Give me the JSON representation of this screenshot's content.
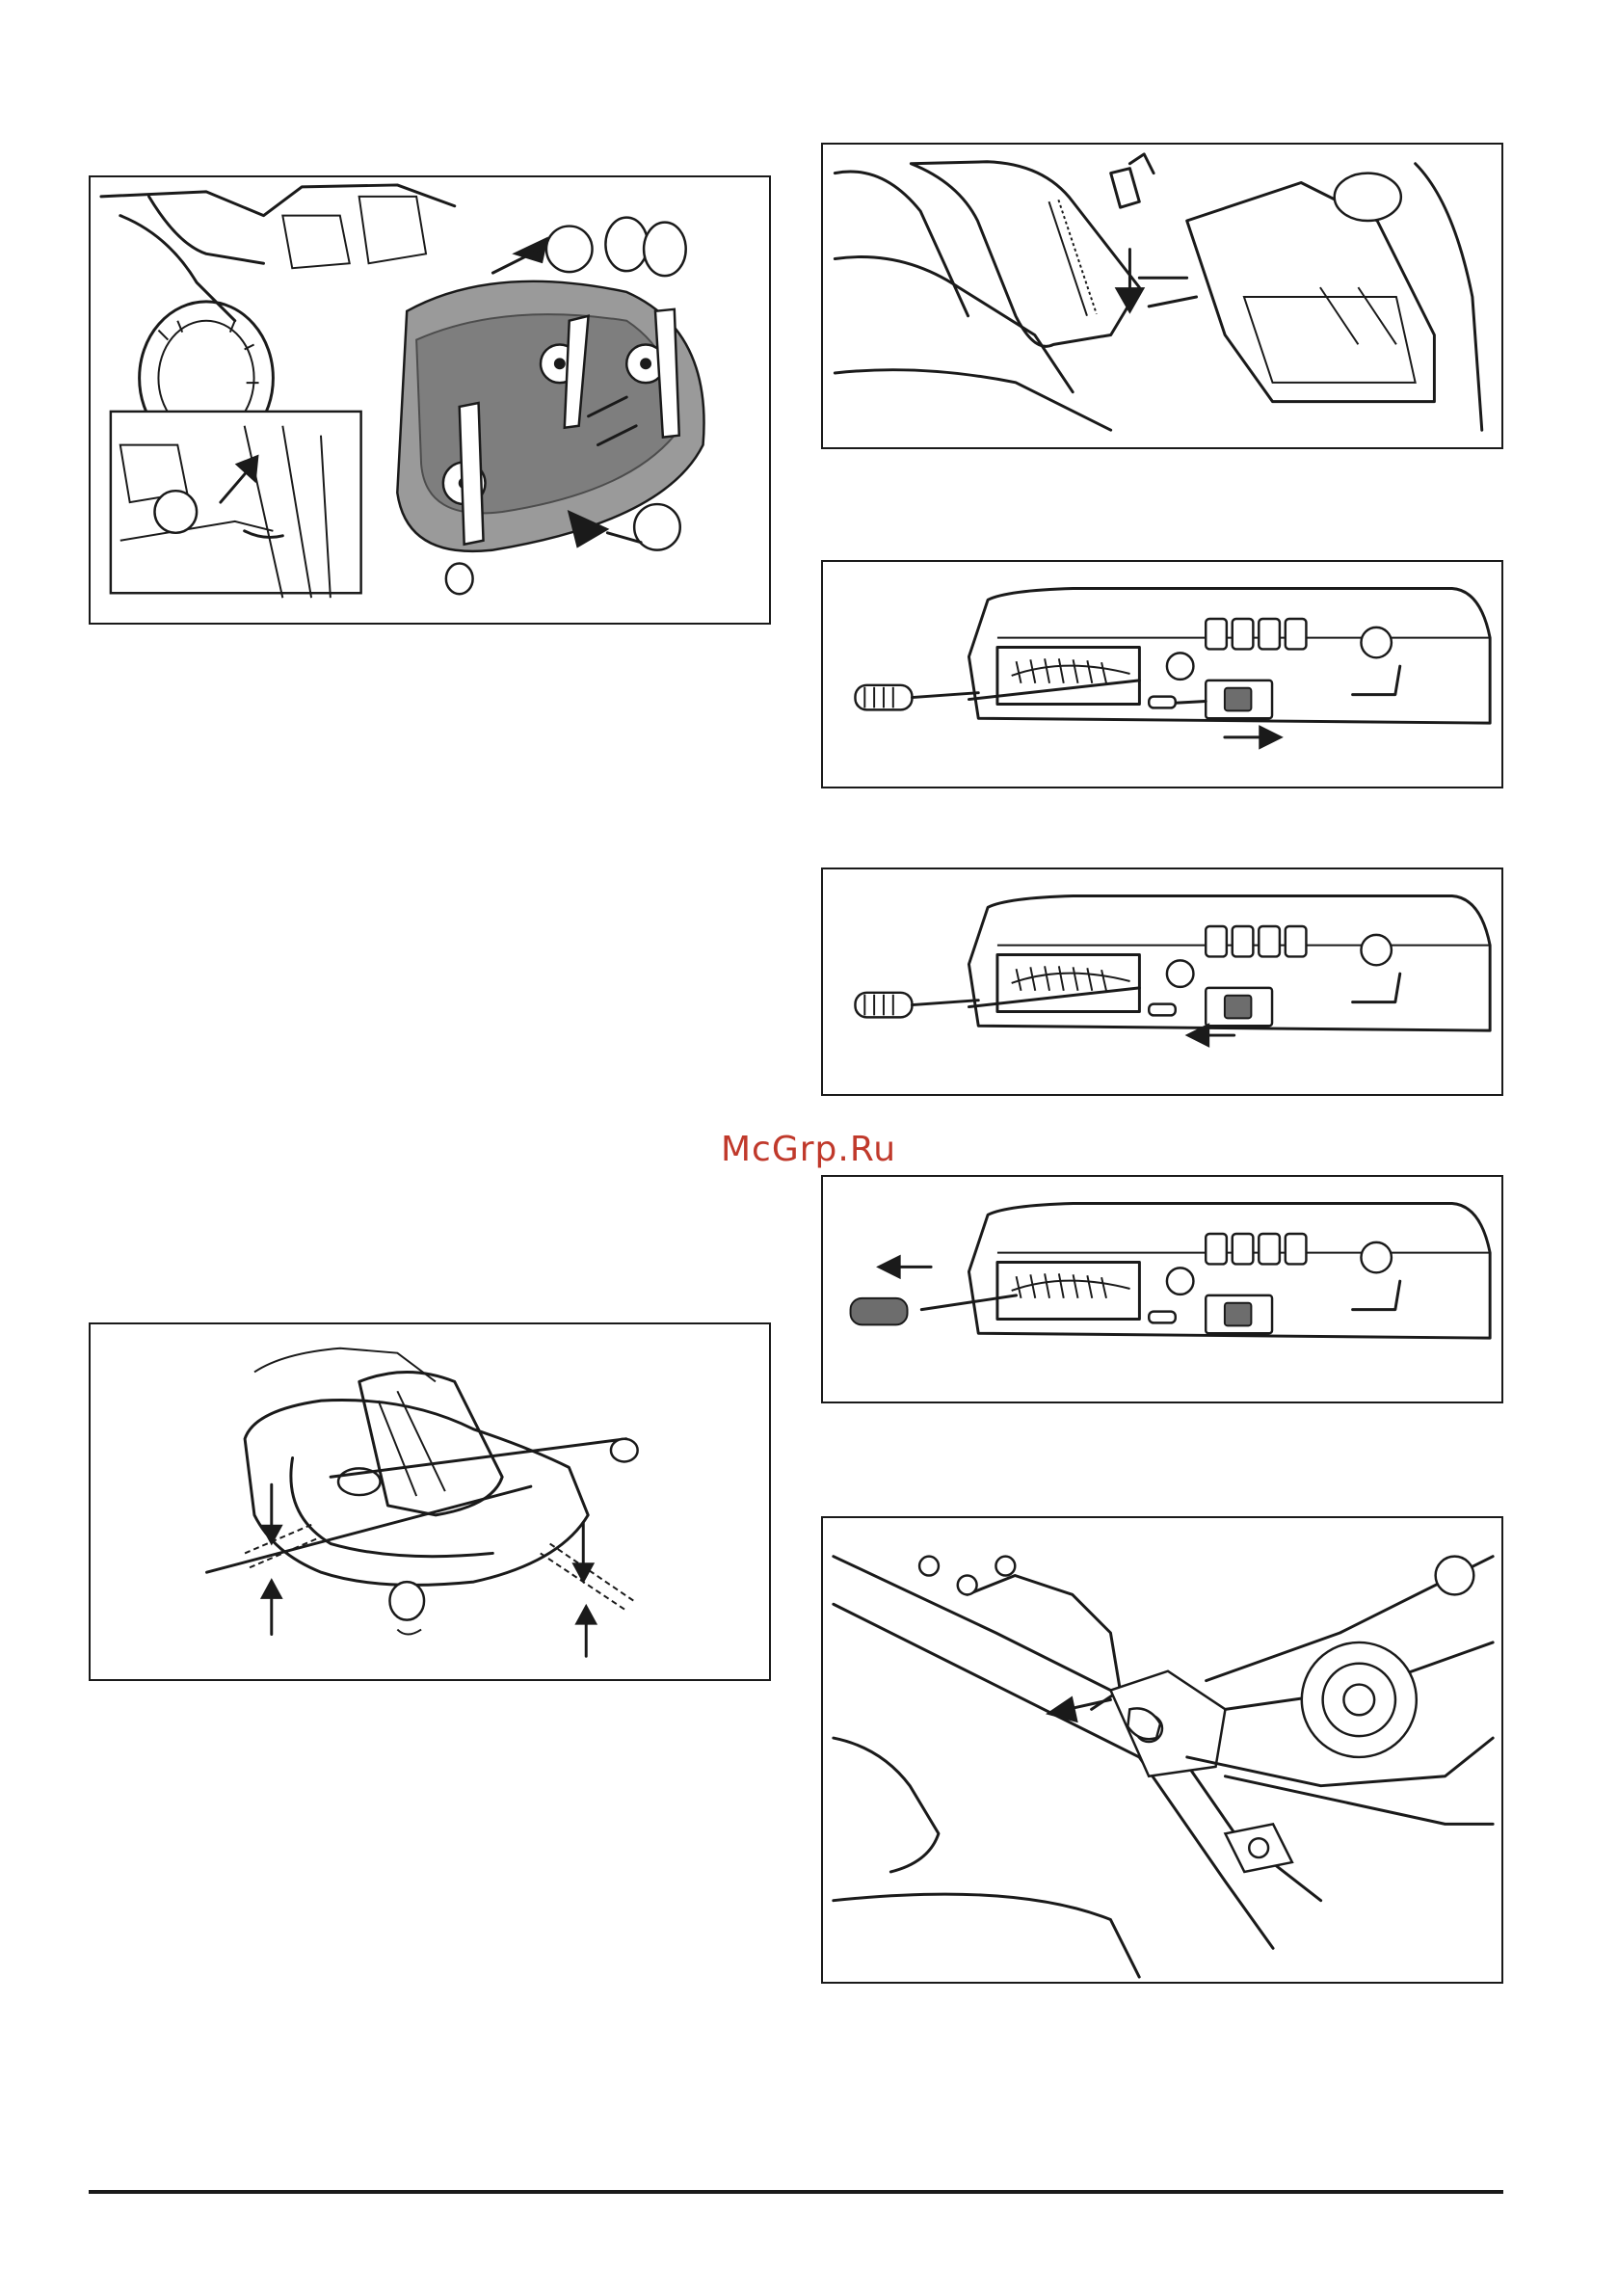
{
  "watermark": {
    "text": "McGrp.Ru",
    "color": "#c0392b"
  },
  "figures": [
    {
      "id": "mower-deck-removal",
      "icon": "mower-deck-icon"
    },
    {
      "id": "deck-height-adjust",
      "icon": "deck-leveling-icon"
    },
    {
      "id": "lift-lever-detail",
      "icon": "lift-lever-icon"
    },
    {
      "id": "control-panel-lever-right",
      "icon": "control-panel-icon"
    },
    {
      "id": "control-panel-lever-left",
      "icon": "control-panel-icon"
    },
    {
      "id": "control-panel-lever-out",
      "icon": "control-panel-icon"
    },
    {
      "id": "deck-linkage-pin",
      "icon": "linkage-pin-icon"
    }
  ],
  "colors": {
    "ink": "#1a1a1a",
    "shade": "#9a9a9a",
    "dark_shade": "#6d6d6d",
    "paper": "#ffffff"
  }
}
